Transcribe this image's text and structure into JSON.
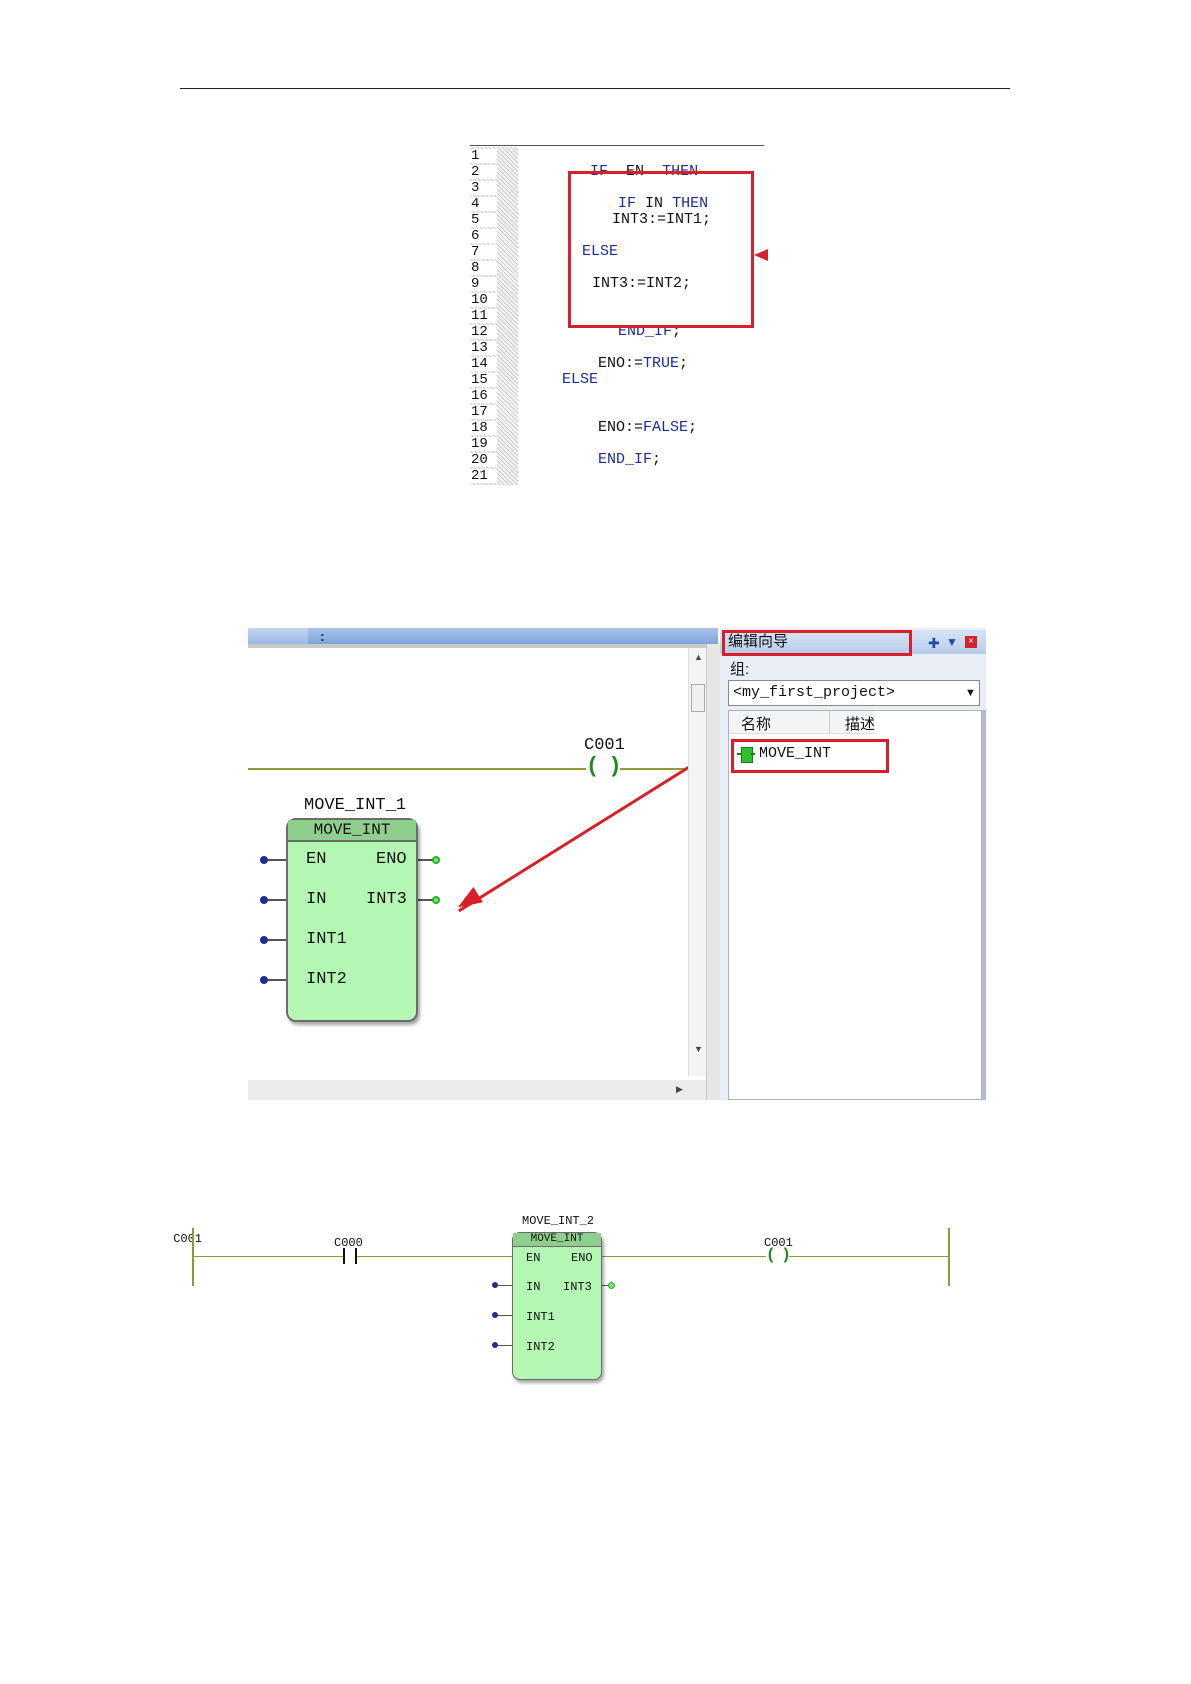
{
  "code_editor": {
    "line_numbers": [
      "1",
      "2",
      "3",
      "4",
      "5",
      "6",
      "7",
      "8",
      "9",
      "10",
      "11",
      "12",
      "13",
      "14",
      "15",
      "16",
      "17",
      "18",
      "19",
      "20",
      "21"
    ],
    "lines": {
      "l1": {
        "kw1": "IF",
        "mid": "EN",
        "kw2": "THEN"
      },
      "l3": {
        "kw1": "IF",
        "mid": "IN",
        "kw2": "THEN"
      },
      "l5": "INT3:=INT1;",
      "l7": "ELSE",
      "l9": "INT3:=INT2;",
      "l11": {
        "kw": "END_IF",
        "punct": ";"
      },
      "l13": {
        "var": "ENO:=",
        "kw": "TRUE",
        "punct": ";"
      },
      "l15": "ELSE",
      "l17": {
        "var": "ENO:=",
        "kw": "FALSE",
        "punct": ";"
      },
      "l19": {
        "kw": "END_IF",
        "punct": ";"
      }
    }
  },
  "ide": {
    "toolbar_grip": ":",
    "rung": {
      "coil_label": "C001",
      "coil_symbol": "( )"
    },
    "function_block": {
      "instance_name": "MOVE_INT_1",
      "type_name": "MOVE_INT",
      "inputs": [
        "EN",
        "IN",
        "INT1",
        "INT2"
      ],
      "outputs": [
        "ENO",
        "INT3"
      ]
    },
    "panel": {
      "title": "编辑向导",
      "group_label": "组:",
      "group_value": "<my_first_project>",
      "columns": [
        "名称",
        "描述"
      ],
      "items": [
        "MOVE_INT"
      ]
    }
  },
  "ladder": {
    "left_label": "C001",
    "contact_label": "C000",
    "contact_symbol": "| |",
    "coil_label": "C001",
    "coil_symbol": "( )",
    "function_block": {
      "instance_name": "MOVE_INT_2",
      "type_name": "MOVE_INT",
      "inputs": [
        "EN",
        "IN",
        "INT1",
        "INT2"
      ],
      "outputs": [
        "ENO",
        "INT3"
      ]
    }
  },
  "colors": {
    "highlight_red": "#d8202a",
    "keyword_blue": "#1a2d9b",
    "block_green": "#b3f7b2",
    "rung_olive": "#8f9a3a"
  }
}
